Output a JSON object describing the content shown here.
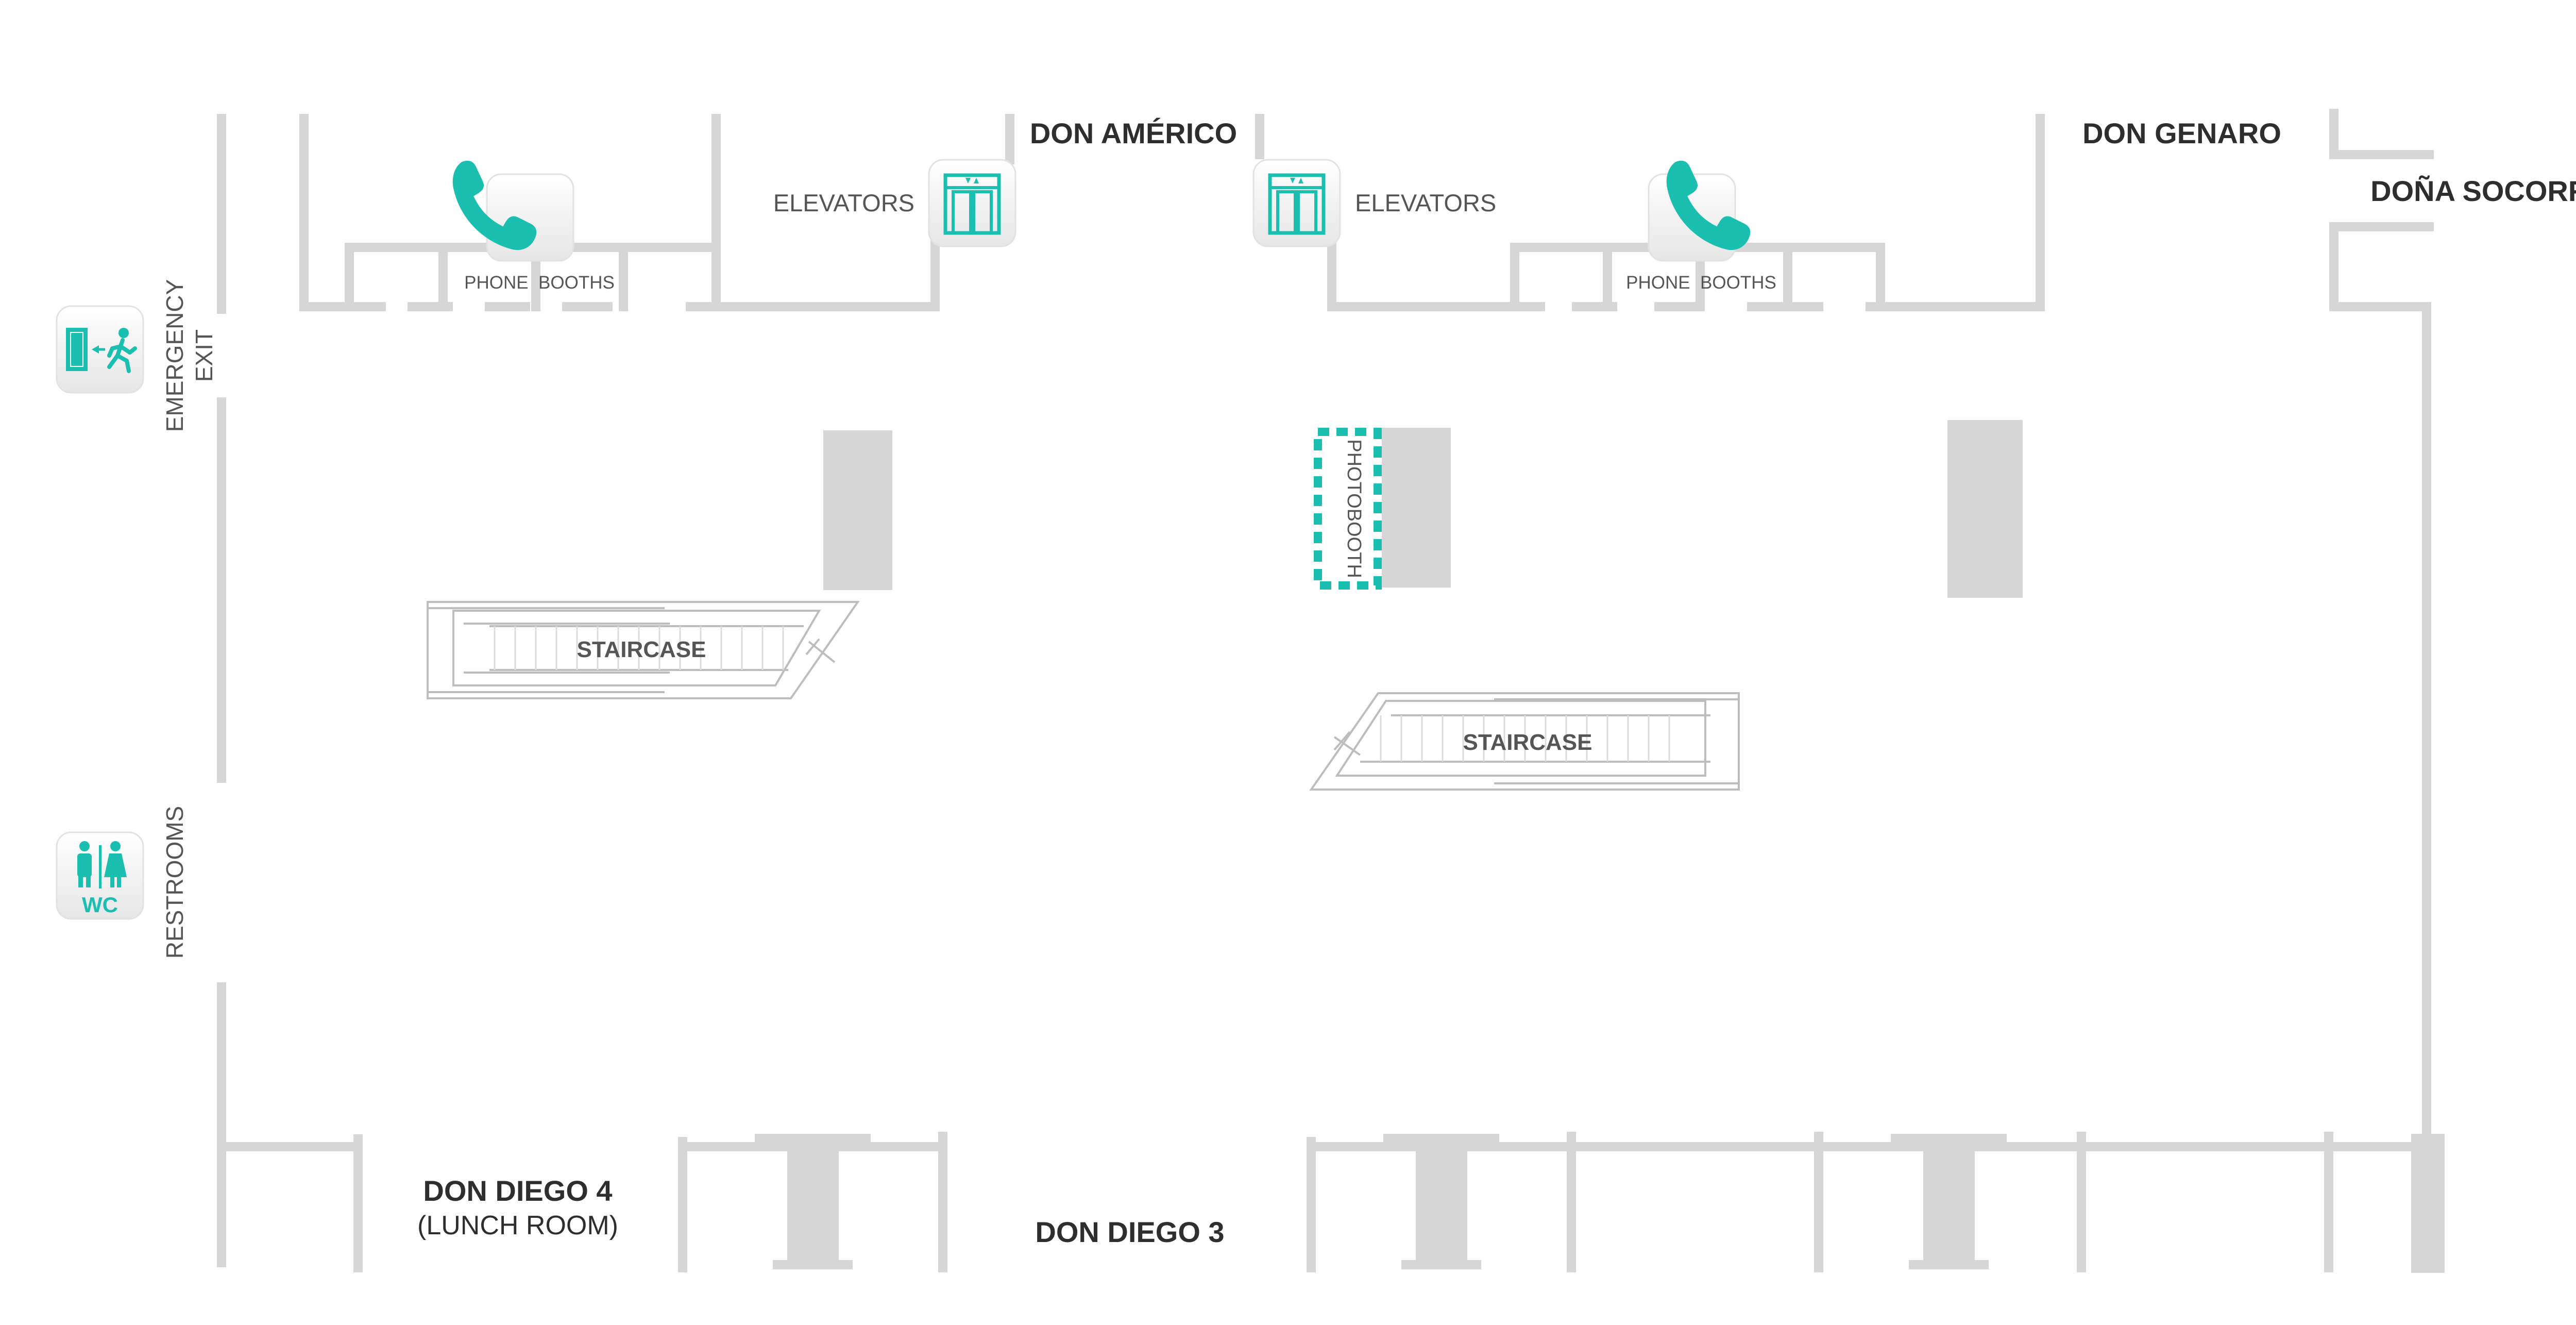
{
  "rooms": {
    "don_americo": "DON AMÉRICO",
    "don_genaro": "DON GENARO",
    "dona_socorro": "DOÑA SOCORRO",
    "don_diego_4": "DON DIEGO 4",
    "don_diego_4_note": "(LUNCH ROOM)",
    "don_diego_3": "DON DIEGO 3"
  },
  "amenities": {
    "elevators": "ELEVATORS",
    "phone_booths": "PHONE  BOOTHS",
    "staircase": "STAIRCASE",
    "photobooth": "PHOTOBOOTH",
    "emergency_exit_line1": "EMERGENCY",
    "emergency_exit_line2": "EXIT",
    "restrooms": "RESTROOMS",
    "wc": "WC"
  },
  "icons": [
    "phone-icon",
    "elevator-icon",
    "emergency-exit-icon",
    "restroom-icon"
  ],
  "colors": {
    "accent": "#1abfb0",
    "walls": "#d6d6d6",
    "room_text": "#2e2e2e",
    "poi_text": "#555555"
  }
}
